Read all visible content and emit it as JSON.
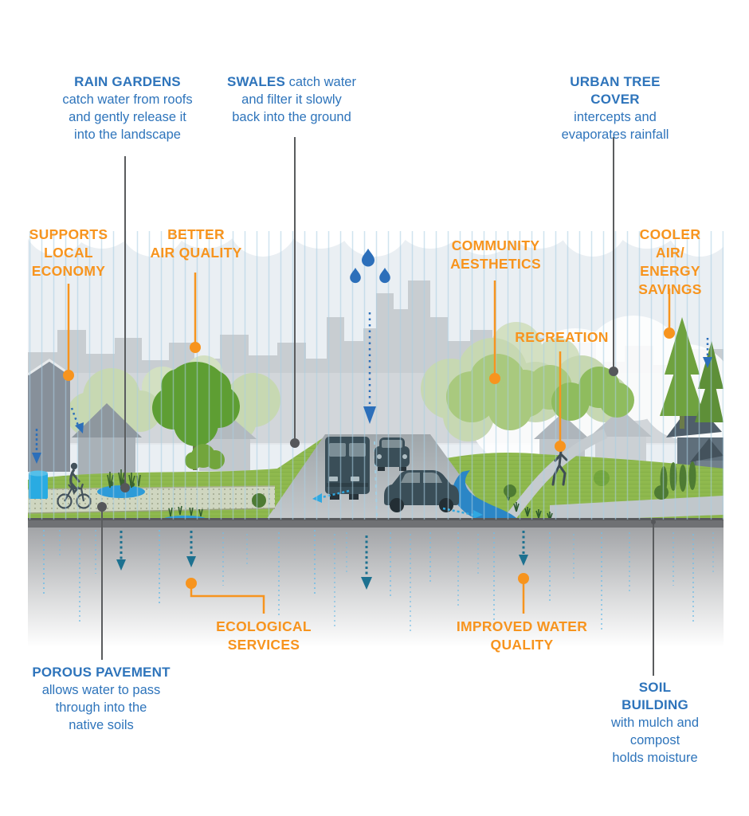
{
  "diagram": {
    "title": "Green stormwater infrastructure benefits cross-section",
    "callouts": {
      "rain_gardens": {
        "title": "RAIN GARDENS",
        "body": "\ncatch water from roofs\nand gently release it\ninto the landscape"
      },
      "swales": {
        "title": "SWALES",
        "body": " catch water\nand filter it slowly\nback into the ground"
      },
      "urban_tree_cover": {
        "title": "URBAN TREE COVER",
        "body": "\nintercepts and\nevaporates rainfall"
      },
      "porous_pavement": {
        "title": "POROUS PAVEMENT",
        "body": "\nallows water to pass\nthrough into the\nnative soils"
      },
      "soil_building": {
        "title": "SOIL BUILDING",
        "body": "\nwith mulch and compost\nholds moisture"
      }
    },
    "benefits": {
      "supports_local_economy": "SUPPORTS\nLOCAL\nECONOMY",
      "better_air_quality": "BETTER\nAIR QUALITY",
      "community_aesthetics": "COMMUNITY\nAESTHETICS",
      "recreation": "RECREATION",
      "cooler_air_energy_savings": "COOLER AIR/\nENERGY\nSAVINGS",
      "ecological_services": "ECOLOGICAL\nSERVICES",
      "improved_water_quality": "IMPROVED WATER\nQUALITY"
    },
    "colors": {
      "callout_blue": "#2E74BB",
      "benefit_orange": "#F7941E",
      "connector_gray": "#5A5C5E",
      "water_blue": "#2B86C6",
      "rain_streak_blue": "#A9CEE2",
      "sky_gray": "#EAEFF3",
      "skyline_gray": "#C8CDD1",
      "grass_green": "#8FB94E",
      "vehicle_gray": "#3A4E58",
      "ground_gray": "#6F7174",
      "infiltration_blue": "#74BEE6",
      "infiltration_arrow_teal": "#1D7190",
      "rain_barrel_blue": "#29ABE2"
    },
    "scene_icons": [
      "city-skyline",
      "rain-cloud",
      "raindrop-icon",
      "rain-streaks",
      "bus-icon",
      "car-icon",
      "cyclist-icon",
      "jogger-icon",
      "rain-barrel-icon",
      "tree-icon",
      "conifer-icon",
      "house-icon",
      "rain-garden",
      "swale-stream",
      "porous-path",
      "trail-path",
      "underground-infiltration"
    ]
  }
}
